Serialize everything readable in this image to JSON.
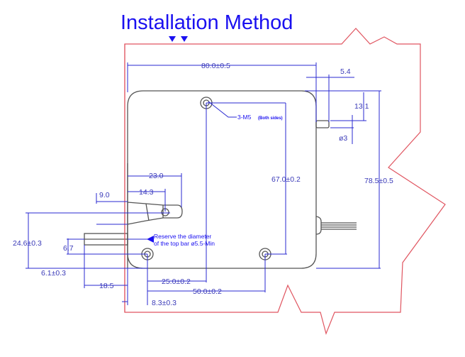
{
  "title": "Installation Method",
  "colors": {
    "title": "#1a10f0",
    "dimension": "#2a2ad0",
    "outline": "#555555",
    "break_line": "#e05560"
  },
  "dimensions": {
    "overall_width": "80.0±0.5",
    "shaft_offset": "5.4",
    "shaft_height": "13.1",
    "shaft_diameter": "ø3",
    "hole_spacing_vertical": "67.0±0.2",
    "overall_height": "78.5±0.5",
    "bracket_length": "23.0",
    "bracket_hole_offset": "14.3",
    "bracket_thickness": "9.0",
    "bracket_height": "24.6±0.3",
    "bar_height": "6.7",
    "bottom_offset": "6.1±0.3",
    "bar_length": "18.5",
    "hole_spacing_25": "25.0±0.2",
    "hole_spacing_50": "50.0±0.2",
    "edge_offset": "8.3±0.3"
  },
  "annotations": {
    "mount_holes": "3-M5",
    "mount_holes_note": "(Both sides)",
    "reserve_line1": "Reserve the diameter",
    "reserve_line2": "of the top bar ø5.5-Min"
  }
}
